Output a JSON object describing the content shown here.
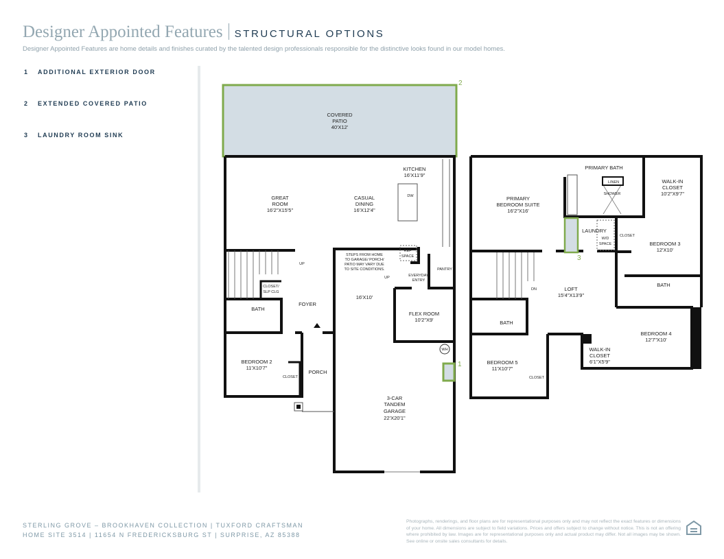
{
  "header": {
    "title": "Designer Appointed Features",
    "subtitle": "STRUCTURAL OPTIONS",
    "description": "Designer Appointed Features are home details and finishes curated by the talented design professionals responsible for the distinctive looks found in our model homes."
  },
  "options": [
    {
      "number": "1",
      "label": "ADDITIONAL EXTERIOR DOOR"
    },
    {
      "number": "2",
      "label": "EXTENDED COVERED PATIO"
    },
    {
      "number": "3",
      "label": "LAUNDRY ROOM SINK"
    }
  ],
  "colors": {
    "accent": "#7faa4c",
    "highlight_fill": "#d3dde4",
    "title": "#93a7b1",
    "navy": "#1f3b52"
  },
  "first_floor": {
    "patio": [
      "COVERED",
      "PATIO",
      "40'X12'"
    ],
    "kitchen": [
      "KITCHEN",
      "16'X11'9\""
    ],
    "great_room": [
      "GREAT",
      "ROOM",
      "16'2\"X15'5\""
    ],
    "dining": [
      "CASUAL",
      "DINING",
      "16'X12'4\""
    ],
    "dw": "DW",
    "ref": [
      "REF",
      "SPACE"
    ],
    "note": [
      "STEPS FROM HOME",
      "TO GARAGE/ PORCH/",
      "PATIO MAY VARY DUE",
      "TO SITE CONDITIONS."
    ],
    "up1": "UP",
    "up2": "UP",
    "everyday": [
      "EVERYDAY",
      "ENTRY"
    ],
    "pantry": "PANTRY",
    "closet_slp": [
      "CLOSET/",
      "SLP CLG"
    ],
    "foyer": "FOYER",
    "bath": "BATH",
    "flex": [
      "FLEX ROOM",
      "10'2\"X9'"
    ],
    "garage_ext": "16'X10'",
    "wh": "WH",
    "bedroom2": [
      "BEDROOM 2",
      "11'X10'7\""
    ],
    "closet": "CLOSET",
    "porch": "PORCH",
    "garage": [
      "3-CAR",
      "TANDEM",
      "GARAGE",
      "22'X20'1\""
    ]
  },
  "second_floor": {
    "primary_bath": "PRIMARY BATH",
    "linen": "LINEN",
    "shower": "SHOWER",
    "walkin1": [
      "WALK-IN",
      "CLOSET",
      "10'2\"X9'7\""
    ],
    "primary": [
      "PRIMARY",
      "BEDROOM SUITE",
      "16'2\"X16'"
    ],
    "laundry": "LAUNDRY",
    "wd": [
      "W/D",
      "SPACE"
    ],
    "closet3": "CLOSET",
    "bedroom3": [
      "BEDROOM 3",
      "12'X10'"
    ],
    "bath_r": "BATH",
    "loft": [
      "LOFT",
      "15'4\"X13'9\""
    ],
    "dn": "DN",
    "bath_l": "BATH",
    "bedroom4": [
      "BEDROOM 4",
      "12'7\"X10'"
    ],
    "walkin2": [
      "WALK-IN",
      "CLOSET",
      "6'1\"X5'9\""
    ],
    "bedroom5": [
      "BEDROOM 5",
      "11'X10'7\""
    ],
    "closet5": "CLOSET"
  },
  "markers": {
    "m1": "1",
    "m2": "2",
    "m3": "3"
  },
  "footer": {
    "line1": "STERLING GROVE – BROOKHAVEN COLLECTION  |  TUXFORD CRAFTSMAN",
    "line2": "HOME SITE 3514  |  11654 N FREDERICKSBURG ST  |  SURPRISE, AZ 85388",
    "legal": "Photographs, renderings, and floor plans are for representational purposes only and may not reflect the exact features or dimensions of your home. All dimensions are subject to field variations. Prices and offers subject to change without notice. This is not an offering where prohibited by law. Images are for representational purposes only and actual product may differ. Not all images may be shown. See online or onsite sales consultants for details."
  }
}
